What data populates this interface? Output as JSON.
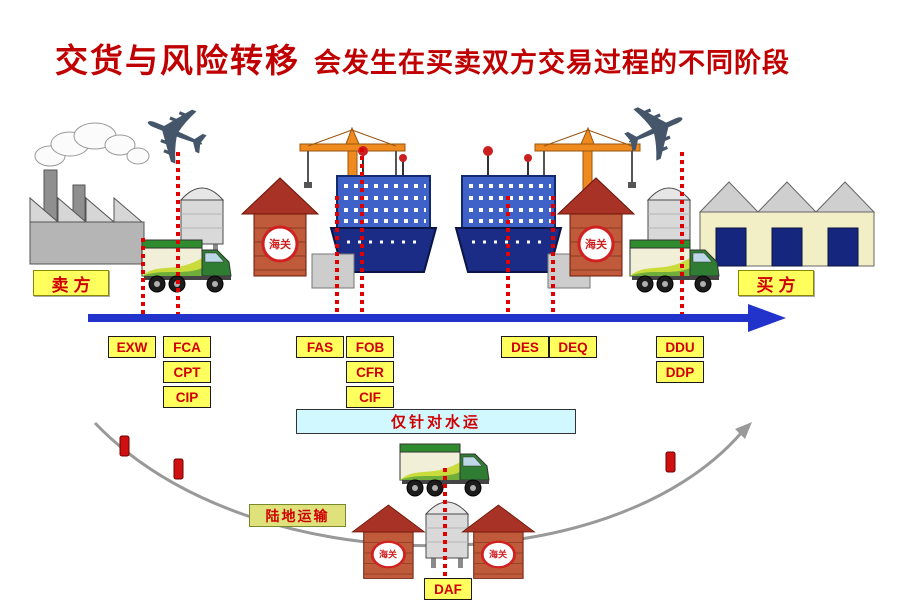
{
  "title": {
    "main": "交货与风险转移",
    "sub": "会发生在买卖双方交易过程的不同阶段"
  },
  "parties": {
    "seller": "卖方",
    "buyer": "买方"
  },
  "customs_label": "海关",
  "banners": {
    "water_only": "仅针对水运",
    "land_transport": "陆地运输"
  },
  "terms": {
    "exw": "EXW",
    "fca": "FCA",
    "cpt": "CPT",
    "cip": "CIP",
    "fas": "FAS",
    "fob": "FOB",
    "cfr": "CFR",
    "cif": "CIF",
    "des": "DES",
    "deq": "DEQ",
    "ddu": "DDU",
    "ddp": "DDP",
    "daf": "DAF"
  },
  "icons": {
    "airplane": "✈"
  },
  "colors": {
    "title_red": "#c00000",
    "label_bg": "#ffff5e",
    "label_text": "#d00000",
    "water_banner_bg": "#d2f8ff",
    "land_banner_bg": "#dfe27a",
    "timeline_blue": "#2233cc",
    "dotted_red": "#e00000",
    "curve_gray": "#999999",
    "customs_brick": "#bf5a3a",
    "crane_orange": "#ef8a1e",
    "ship_blue": "#1a2c86"
  }
}
